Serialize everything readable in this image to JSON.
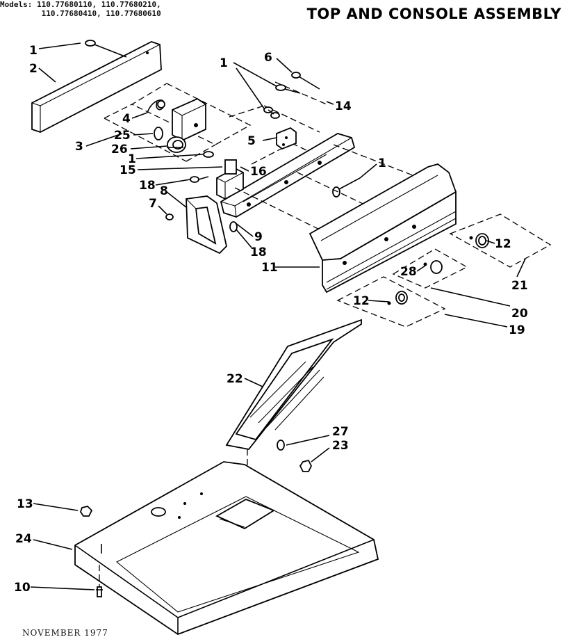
{
  "header": {
    "models_line1": "Models: 110.77680110, 110.77680210,",
    "models_line2": "110.77680410, 110.77680610",
    "title": "TOP AND CONSOLE ASSEMBLY"
  },
  "footer": {
    "date": "NOVEMBER 1977"
  },
  "callouts": [
    "1",
    "2",
    "3",
    "4",
    "25",
    "26",
    "1",
    "15",
    "18",
    "8",
    "7",
    "1",
    "6",
    "14",
    "5",
    "16",
    "1",
    "9",
    "18",
    "11",
    "12",
    "21",
    "28",
    "20",
    "12",
    "19",
    "22",
    "27",
    "23",
    "13",
    "24",
    "10"
  ]
}
